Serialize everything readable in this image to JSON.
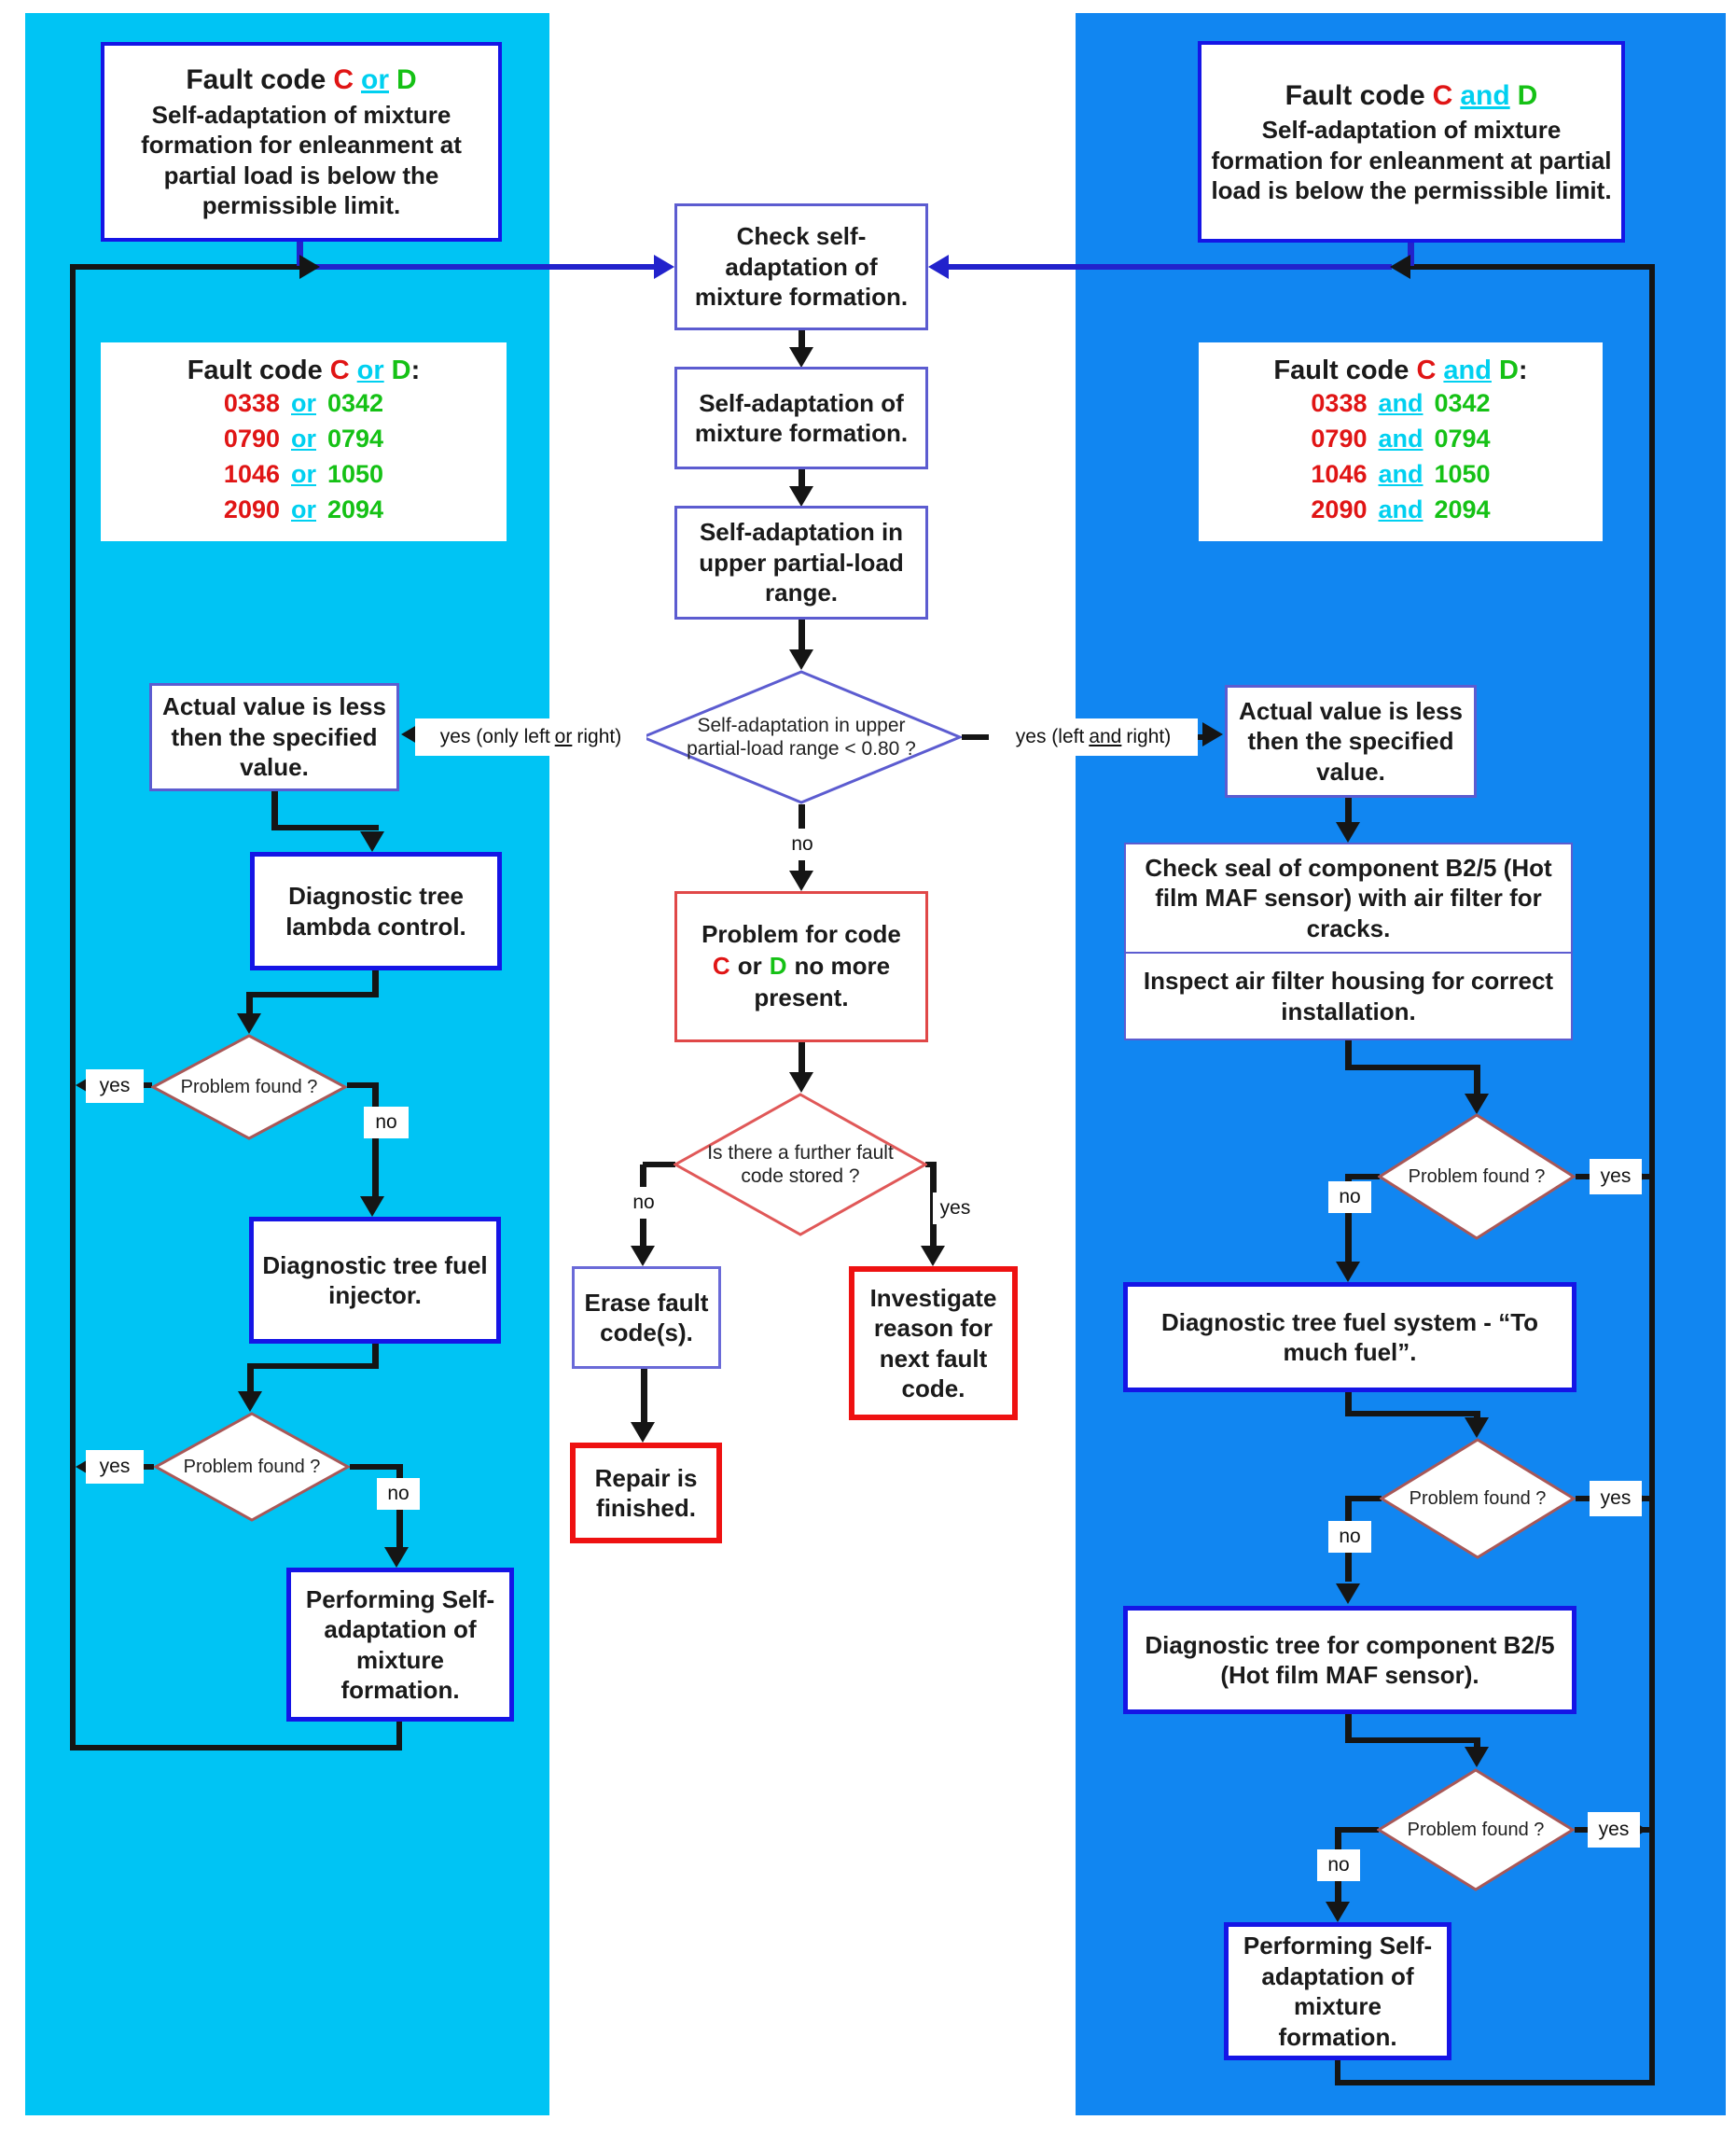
{
  "colors": {
    "left_panel": "#00c4f4",
    "right_panel": "#1186f1",
    "box_border_blue": "#1515e6",
    "box_border_thin": "#5c5cd0",
    "box_border_red": "#ee1111",
    "code_red": "#e01515",
    "code_green": "#15c115",
    "conj_cyan": "#00d0f0"
  },
  "top_left_box": {
    "title_pre": "Fault code",
    "title_c": "C",
    "title_conj": "or",
    "title_d": "D",
    "body": "Self-adaptation of mixture formation for enleanment at partial load is below the permissible limit."
  },
  "top_right_box": {
    "title_pre": "Fault code",
    "title_c": "C",
    "title_conj": "and",
    "title_d": "D",
    "body": "Self-adaptation of mixture formation for enleanment at partial load is below the permissible limit."
  },
  "left_codes": {
    "title_pre": "Fault code",
    "c": "C",
    "conj": "or",
    "d": "D",
    "colon": ":",
    "rows": [
      [
        "0338",
        "or",
        "0342"
      ],
      [
        "0790",
        "or",
        "0794"
      ],
      [
        "1046",
        "or",
        "1050"
      ],
      [
        "2090",
        "or",
        "2094"
      ]
    ]
  },
  "right_codes": {
    "title_pre": "Fault code",
    "c": "C",
    "conj": "and",
    "d": "D",
    "colon": ":",
    "rows": [
      [
        "0338",
        "and",
        "0342"
      ],
      [
        "0790",
        "and",
        "0794"
      ],
      [
        "1046",
        "and",
        "1050"
      ],
      [
        "2090",
        "and",
        "2094"
      ]
    ]
  },
  "center": {
    "check_box": "Check self-adaptation of mixture formation.",
    "selfadapt_box": "Self-adaptation of mixture formation.",
    "upper_box": "Self-adaptation in upper partial-load range.",
    "decision": "Self-adaptation in upper partial-load range < 0.80 ?",
    "no_label": "no",
    "problem_l1": "Problem for code",
    "problem_c": "C",
    "problem_or": "or",
    "problem_d": "D",
    "problem_l2": "no more",
    "problem_l3": "present.",
    "further_decision": "Is there a further fault code stored ?",
    "further_no": "no",
    "further_yes": "yes",
    "erase_box": "Erase fault code(s).",
    "repair_box": "Repair is finished.",
    "investigate_box": "Investigate reason for next fault code."
  },
  "left_flow": {
    "branch_pre": "yes (only left",
    "branch_conj": "or",
    "branch_post": "right)",
    "actual_box": "Actual value is less then the specified value.",
    "lambda_box": "Diagnostic tree lambda control.",
    "decision1": "Problem found ?",
    "yes1": "yes",
    "no1": "no",
    "injector_box": "Diagnostic tree fuel injector.",
    "decision2": "Problem found ?",
    "yes2": "yes",
    "no2": "no",
    "performing_box": "Performing Self-adaptation of mixture formation."
  },
  "right_flow": {
    "branch_pre": "yes (left",
    "branch_conj": "and",
    "branch_post": "right)",
    "actual_box": "Actual value is less then the specified value.",
    "checkseal_box": "Check seal of component B2/5 (Hot film MAF sensor) with air filter for cracks.",
    "inspect_box": "Inspect air filter housing for correct installation.",
    "decision1": "Problem found ?",
    "yes1": "yes",
    "no1": "no",
    "fuelsys_box": "Diagnostic tree fuel system - “To much fuel”.",
    "decision2": "Problem found ?",
    "yes2": "yes",
    "no2": "no",
    "b25_box": "Diagnostic tree for component B2/5 (Hot film MAF sensor).",
    "decision3": "Problem found ?",
    "yes3": "yes",
    "no3": "no",
    "performing_box": "Performing Self-adaptation of mixture formation."
  }
}
